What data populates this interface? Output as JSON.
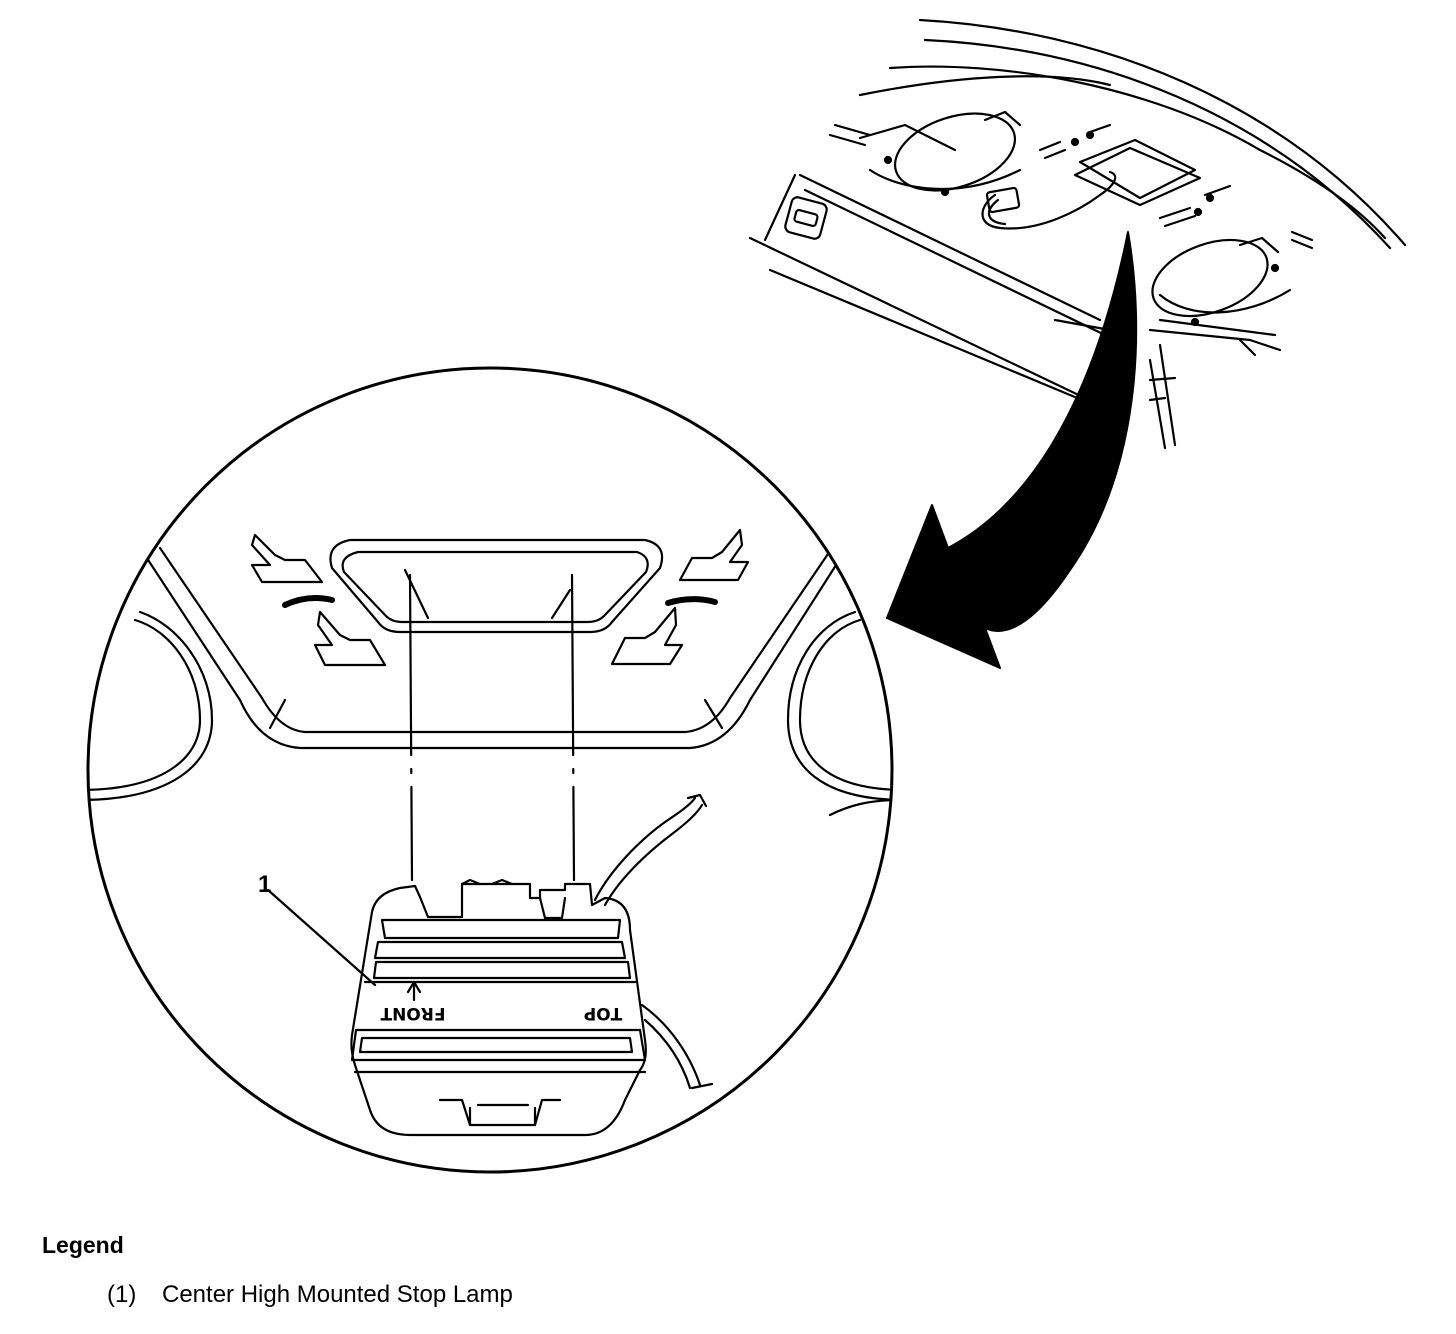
{
  "callout": "1",
  "labels": {
    "front": "FRONT",
    "top": "TOP"
  },
  "legend": {
    "title": "Legend",
    "items": [
      {
        "number": "(1)",
        "text": "Center High Mounted Stop Lamp"
      }
    ]
  }
}
